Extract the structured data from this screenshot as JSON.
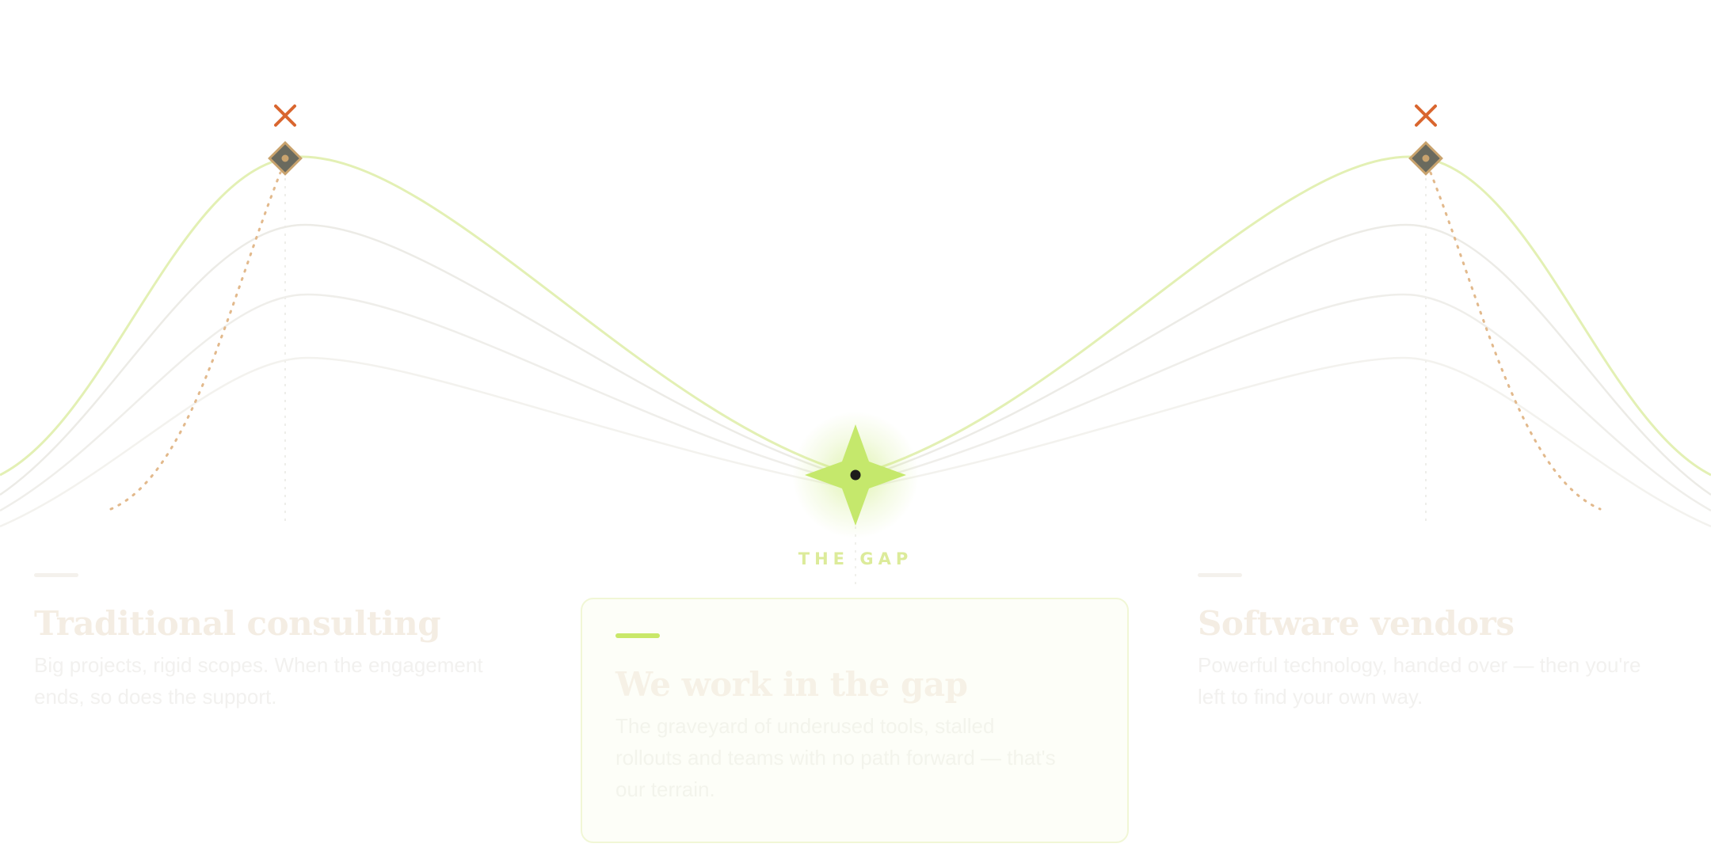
{
  "gap": {
    "label": "THE GAP",
    "title": "We work in the gap",
    "description": "The graveyard of underused tools, stalled rollouts and teams with no path forward — that's our terrain."
  },
  "left": {
    "title": "Traditional consulting",
    "description": "Big projects, rigid scopes. When the engagement ends, so does the support."
  },
  "right": {
    "title": "Software vendors",
    "description": "Powerful technology, handed over — then you're left to find your own way."
  },
  "colors": {
    "accent": "#c5e86c",
    "curve_highlight": "#e3f0b4",
    "curve_muted": "#ecebe6",
    "marker_fill": "#6a6a5e",
    "marker_stroke": "#c9a36e",
    "cross": "#d9662f",
    "dotted_path": "#e2b98c"
  },
  "icons": {
    "gap_marker": "four-point-star-icon",
    "peak_marker": "diamond-icon",
    "peak_flag": "cross-icon"
  }
}
